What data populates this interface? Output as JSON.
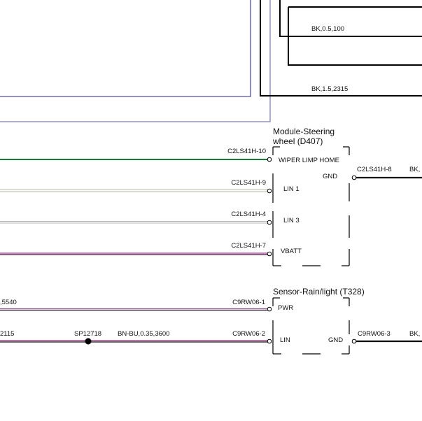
{
  "colors": {
    "frame_blue": "#4f4fa0",
    "wire_green": "#1a7a3a",
    "wire_white_lin": "#c8c8b8",
    "wire_grey_lin": "#c8c8c8",
    "wire_vbatt": "#b03aa0",
    "wire_pwr": "#8a5a8a",
    "wire_lin_rain": "#8a2a6a",
    "black": "#000000"
  },
  "top_wires": {
    "upper_label": "BK,0.5,100",
    "lower_label": "BK,1.5,2315"
  },
  "module_steering": {
    "title_line1": "Module-Steering",
    "title_line2": "wheel (D407)",
    "ground_pin": "GND",
    "ground_connector": "C2LS41H-8",
    "ground_wire_cut": "BK,",
    "pins": [
      {
        "connector": "C2LS41H-10",
        "name": "WIPER LIMP HOME"
      },
      {
        "connector": "C2LS41H-9",
        "name": "LIN 1"
      },
      {
        "connector": "C2LS41H-4",
        "name": "LIN 3"
      },
      {
        "connector": "C2LS41H-7",
        "name": "VBATT"
      }
    ]
  },
  "sensor_rain": {
    "title": "Sensor-Rain/light (T328)",
    "ground_pin": "GND",
    "ground_connector": "C9RW06-3",
    "ground_wire_cut": "BK,",
    "pwr_wire_cut": ",5540",
    "lin_wire_cut": "2115",
    "splice": "SP12718",
    "lin_wire_label": "BN-BU,0.35,3600",
    "pins": [
      {
        "connector": "C9RW06-1",
        "name": "PWR"
      },
      {
        "connector": "C9RW06-2",
        "name": "LIN"
      }
    ]
  }
}
